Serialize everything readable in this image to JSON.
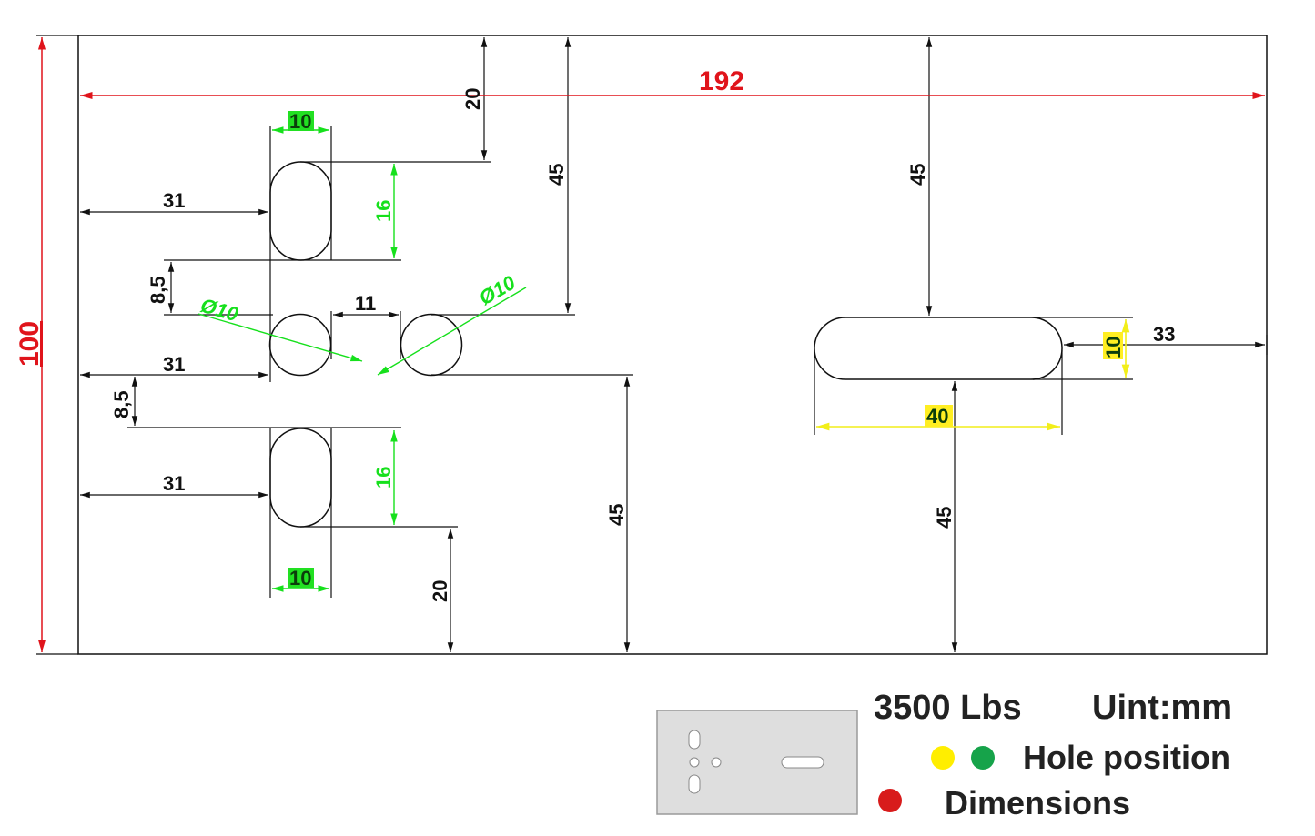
{
  "drawing": {
    "overall_width": "192",
    "overall_height": "100",
    "dim_20_top": "20",
    "dim_45_top_left": "45",
    "dim_45_top_right": "45",
    "dim_45_bottom_mid": "45",
    "dim_45_bottom_right": "45",
    "dim_20_bottom": "20",
    "slot_width_top": "10",
    "slot_width_bottom": "10",
    "slot_length_top": "16",
    "slot_length_bottom": "16",
    "offset_31_top": "31",
    "offset_31_mid": "31",
    "offset_31_bottom": "31",
    "gap_8_5_top": "8,5",
    "gap_8_5_bottom": "8,5",
    "hole_gap": "11",
    "hole_dia_left": "Ø10",
    "hole_dia_right": "Ø10",
    "long_slot_length": "40",
    "long_slot_width": "10",
    "long_slot_edge": "33"
  },
  "legend": {
    "load": "3500 Lbs",
    "unit": "Uint:mm",
    "hole_position": "Hole position",
    "dimensions": "Dimensions"
  },
  "colors": {
    "dimension_red": "#e0141b",
    "hole_yellow": "#ffee00",
    "hole_green": "#16a34a",
    "green_dim": "#16e01c",
    "yellow_dim": "#f2ee1a"
  }
}
